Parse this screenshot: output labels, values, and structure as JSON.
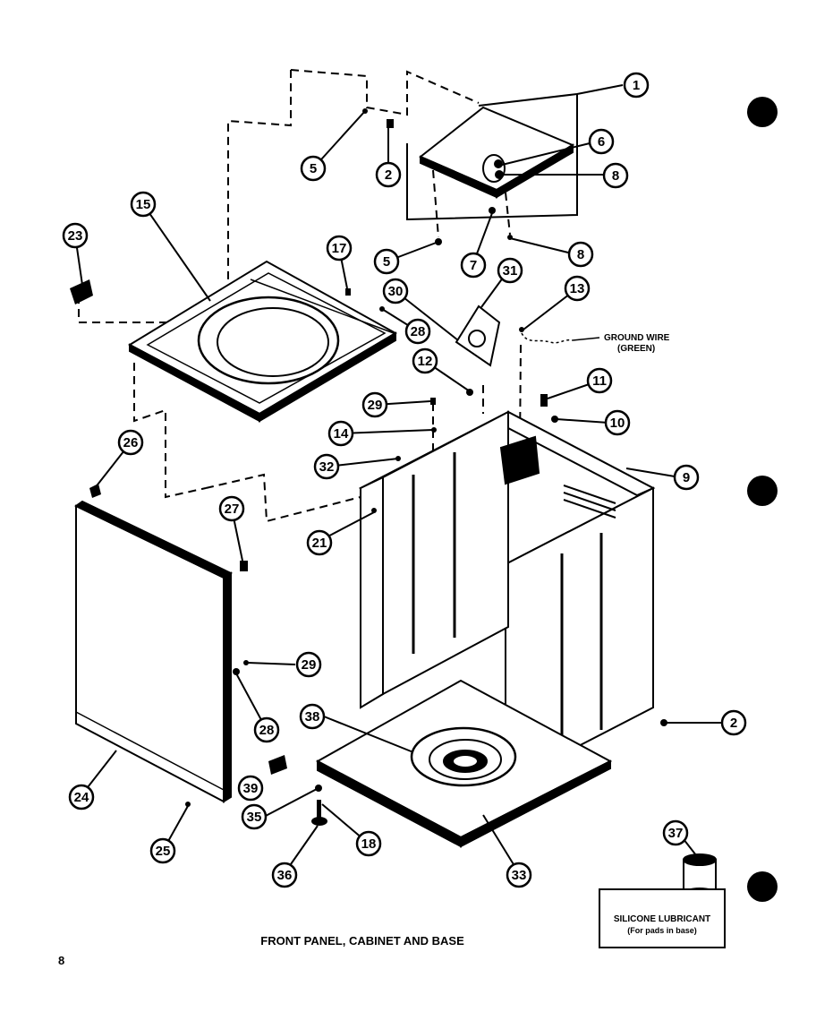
{
  "diagram": {
    "title": "FRONT PANEL, CABINET AND BASE",
    "page_number": "8",
    "ground_wire_label": "GROUND WIRE",
    "ground_wire_sublabel": "(GREEN)",
    "lubricant_label": "SILICONE LUBRICANT",
    "lubricant_sublabel": "(For pads in base)",
    "callouts": [
      {
        "id": "c1",
        "label": "1"
      },
      {
        "id": "c5a",
        "label": "5"
      },
      {
        "id": "c2a",
        "label": "2"
      },
      {
        "id": "c6",
        "label": "6"
      },
      {
        "id": "c8a",
        "label": "8"
      },
      {
        "id": "c5b",
        "label": "5"
      },
      {
        "id": "c7",
        "label": "7"
      },
      {
        "id": "c8b",
        "label": "8"
      },
      {
        "id": "c15",
        "label": "15"
      },
      {
        "id": "c23",
        "label": "23"
      },
      {
        "id": "c17",
        "label": "17"
      },
      {
        "id": "c30",
        "label": "30"
      },
      {
        "id": "c31",
        "label": "31"
      },
      {
        "id": "c13",
        "label": "13"
      },
      {
        "id": "c28a",
        "label": "28"
      },
      {
        "id": "c12",
        "label": "12"
      },
      {
        "id": "c11",
        "label": "11"
      },
      {
        "id": "c29a",
        "label": "29"
      },
      {
        "id": "c10",
        "label": "10"
      },
      {
        "id": "c14",
        "label": "14"
      },
      {
        "id": "c26",
        "label": "26"
      },
      {
        "id": "c32",
        "label": "32"
      },
      {
        "id": "c9",
        "label": "9"
      },
      {
        "id": "c27",
        "label": "27"
      },
      {
        "id": "c21",
        "label": "21"
      },
      {
        "id": "c29b",
        "label": "29"
      },
      {
        "id": "c28b",
        "label": "28"
      },
      {
        "id": "c2b",
        "label": "2"
      },
      {
        "id": "c38",
        "label": "38"
      },
      {
        "id": "c39",
        "label": "39"
      },
      {
        "id": "c24",
        "label": "24"
      },
      {
        "id": "c35",
        "label": "35"
      },
      {
        "id": "c18",
        "label": "18"
      },
      {
        "id": "c25",
        "label": "25"
      },
      {
        "id": "c36",
        "label": "36"
      },
      {
        "id": "c33",
        "label": "33"
      },
      {
        "id": "c37",
        "label": "37"
      }
    ]
  }
}
